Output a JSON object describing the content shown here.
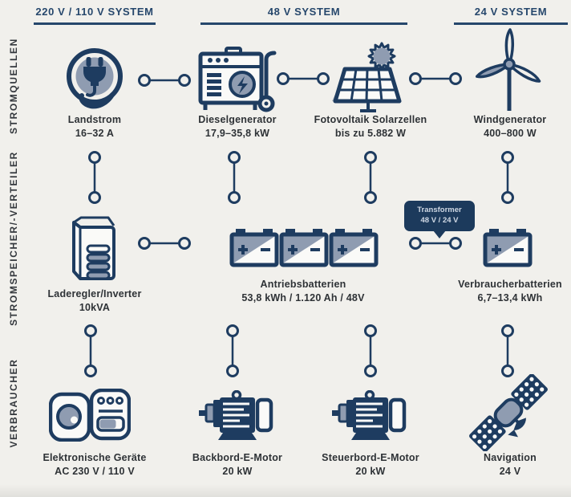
{
  "title": "Bordnetz / Energiesystem Diagramm",
  "colors": {
    "background": "#f1f0ec",
    "navy": "#1e3c60",
    "header_navy": "#26476c",
    "slate_fill": "#8f9cb1",
    "badge_bg": "#1c3a5c",
    "label_text": "#2e3236"
  },
  "headers": [
    {
      "label": "220 V / 110 V SYSTEM"
    },
    {
      "label": "48 V SYSTEM"
    },
    {
      "label": "24 V SYSTEM"
    }
  ],
  "rows": [
    {
      "label": "STROMQUELLEN"
    },
    {
      "label": "STROMSPEICHER/-VERTEILER"
    },
    {
      "label": "VERBRAUCHER"
    }
  ],
  "nodes": {
    "landstrom": {
      "name": "Landstrom",
      "value": "16–32 A",
      "icon": "shore-power-plug-icon"
    },
    "dieselgenerator": {
      "name": "Dieselgenerator",
      "value": "17,9–35,8 kW",
      "icon": "diesel-generator-icon"
    },
    "fotovoltaik": {
      "name": "Fotovoltaik Solarzellen",
      "value": "bis zu 5.882 W",
      "icon": "solar-panel-icon"
    },
    "windgenerator": {
      "name": "Windgenerator",
      "value": "400–800 W",
      "icon": "wind-turbine-icon"
    },
    "laderegler": {
      "name": "Laderegler/Inverter",
      "value": "10kVA",
      "icon": "charger-inverter-icon"
    },
    "antriebsbatterien": {
      "name": "Antriebsbatterien",
      "value": "53,8 kWh / 1.120 Ah / 48V",
      "icon": "battery-bank-icon"
    },
    "verbraucherbatterien": {
      "name": "Verbraucherbatterien",
      "value": "6,7–13,4 kWh",
      "icon": "battery-icon"
    },
    "elektronische_geraete": {
      "name": "Elektronische Geräte",
      "value": "AC 230 V / 110 V",
      "icon": "appliances-icon"
    },
    "backbord_motor": {
      "name": "Backbord-E-Motor",
      "value": "20 kW",
      "icon": "electric-motor-icon"
    },
    "steuerbord_motor": {
      "name": "Steuerbord-E-Motor",
      "value": "20 kW",
      "icon": "electric-motor-icon"
    },
    "navigation": {
      "name": "Navigation",
      "value": "24 V",
      "icon": "satellite-icon"
    }
  },
  "transformer": {
    "line1": "Transformer",
    "line2": "48 V / 24 V",
    "icon": "transformer-badge"
  }
}
